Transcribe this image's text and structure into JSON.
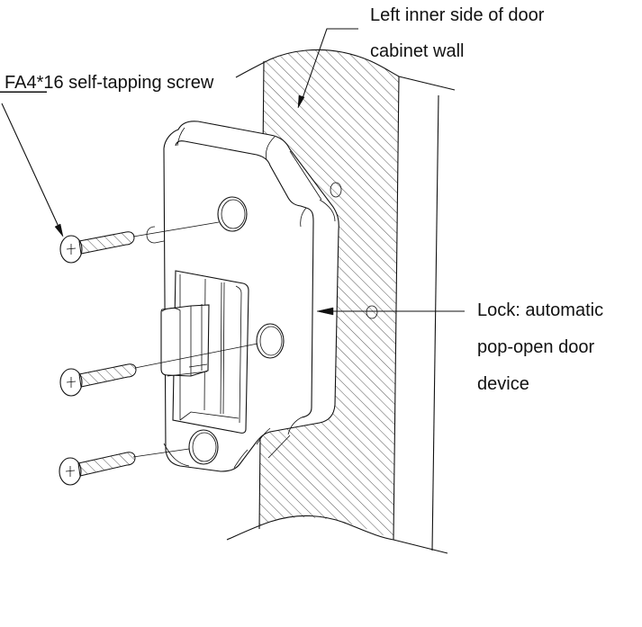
{
  "diagram": {
    "title": "Lock installation on cabinet wall",
    "labels": {
      "screw": {
        "prefix": "FA4",
        "suffix": "*16 self-tapping screw"
      },
      "wall": {
        "line1": "Left inner side of door",
        "line2": "cabinet wall"
      },
      "lock": {
        "line1": "Lock: automatic",
        "line2": "pop-open door",
        "line3": "device"
      }
    },
    "parts": [
      {
        "name": "self-tapping-screw",
        "count": 3
      },
      {
        "name": "lock-device",
        "count": 1
      },
      {
        "name": "cabinet-wall",
        "count": 1
      }
    ],
    "colors": {
      "line": "#111111",
      "background": "#ffffff"
    }
  }
}
